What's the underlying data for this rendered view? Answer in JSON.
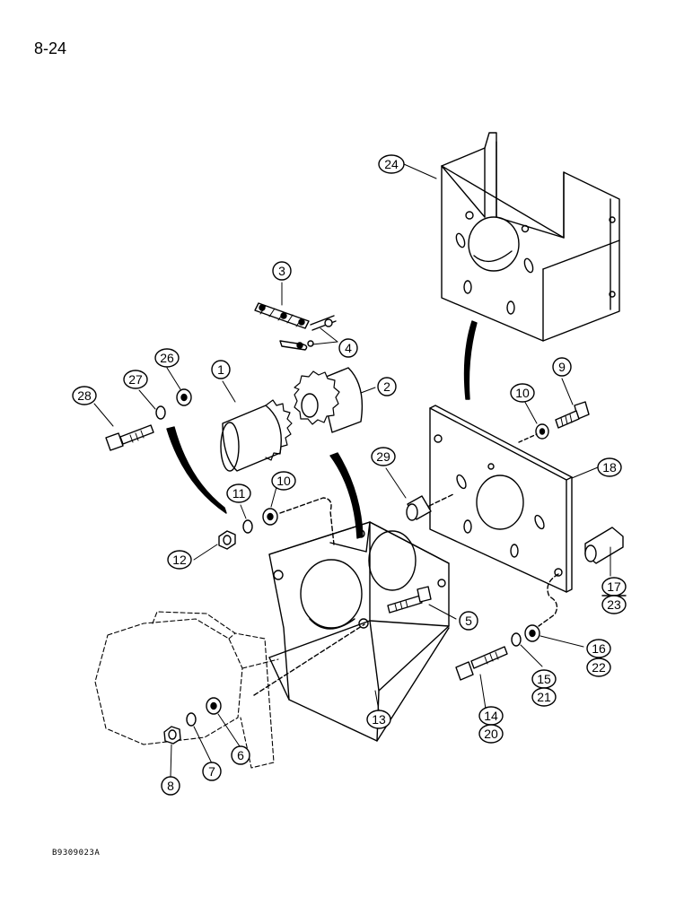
{
  "page": {
    "number": "8-24",
    "figure_code": "B9309023A"
  },
  "callouts": [
    {
      "id": "c1",
      "text": "1"
    },
    {
      "id": "c2",
      "text": "2"
    },
    {
      "id": "c3",
      "text": "3"
    },
    {
      "id": "c4",
      "text": "4"
    },
    {
      "id": "c5",
      "text": "5"
    },
    {
      "id": "c6",
      "text": "6"
    },
    {
      "id": "c7",
      "text": "7"
    },
    {
      "id": "c8",
      "text": "8"
    },
    {
      "id": "c9",
      "text": "9"
    },
    {
      "id": "c10a",
      "text": "10"
    },
    {
      "id": "c10b",
      "text": "10"
    },
    {
      "id": "c11",
      "text": "11"
    },
    {
      "id": "c12",
      "text": "12"
    },
    {
      "id": "c13",
      "text": "13"
    },
    {
      "id": "c14",
      "text": "14"
    },
    {
      "id": "c15",
      "text": "15"
    },
    {
      "id": "c16",
      "text": "16"
    },
    {
      "id": "c17",
      "text": "17"
    },
    {
      "id": "c18",
      "text": "18"
    },
    {
      "id": "c20",
      "text": "20"
    },
    {
      "id": "c21",
      "text": "21"
    },
    {
      "id": "c22",
      "text": "22"
    },
    {
      "id": "c23",
      "text": "23"
    },
    {
      "id": "c24",
      "text": "24"
    },
    {
      "id": "c26",
      "text": "26"
    },
    {
      "id": "c27",
      "text": "27"
    },
    {
      "id": "c28",
      "text": "28"
    },
    {
      "id": "c29",
      "text": "29"
    }
  ]
}
